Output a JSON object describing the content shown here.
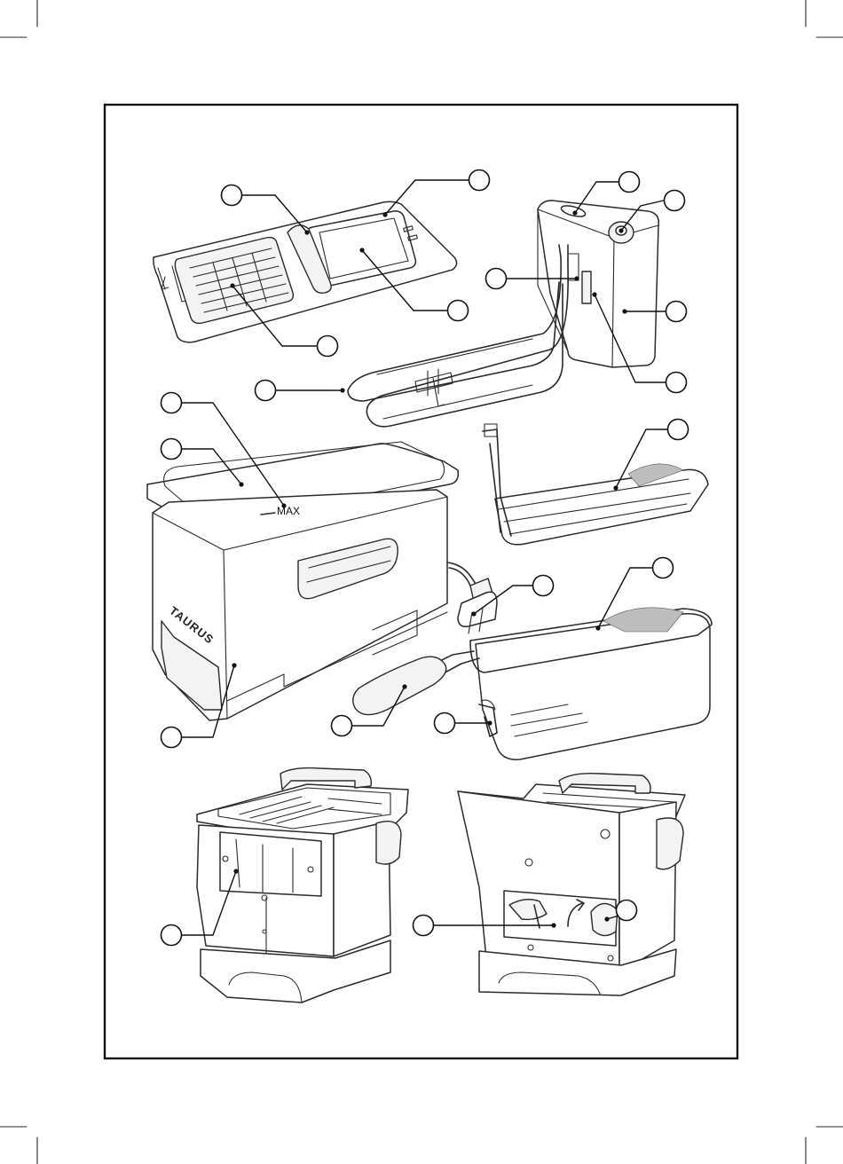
{
  "labels": {
    "max_mark": "MAX",
    "brand": "TAURUS"
  },
  "callouts": [
    {
      "id": "callout-lid-handle"
    },
    {
      "id": "callout-lid-corner"
    },
    {
      "id": "callout-lid-window"
    },
    {
      "id": "callout-lid-filter"
    },
    {
      "id": "callout-indicator-light"
    },
    {
      "id": "callout-thermostat-knob"
    },
    {
      "id": "callout-heater-sensor"
    },
    {
      "id": "callout-control-body"
    },
    {
      "id": "callout-safety-switch"
    },
    {
      "id": "callout-heating-element"
    },
    {
      "id": "callout-max-level"
    },
    {
      "id": "callout-oil-tank"
    },
    {
      "id": "callout-small-basket"
    },
    {
      "id": "callout-power-plug"
    },
    {
      "id": "callout-large-basket"
    },
    {
      "id": "callout-basket-handle"
    },
    {
      "id": "callout-basket-hook"
    },
    {
      "id": "callout-housing"
    },
    {
      "id": "callout-control-slot"
    },
    {
      "id": "callout-cord-storage"
    },
    {
      "id": "callout-cord-clip"
    }
  ]
}
